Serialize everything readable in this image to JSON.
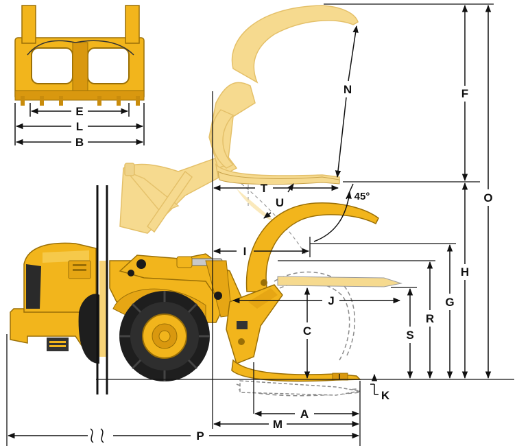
{
  "diagram": {
    "colors": {
      "machine": "#F2B51C",
      "machine_dark": "#C98C0C",
      "machine_ghost": "#F6DA8F",
      "tire": "#1E1E1E",
      "line": "#111111",
      "dashed": "#8A8A8A"
    },
    "angle_label": "45°",
    "dimensions": {
      "A": "A",
      "B": "B",
      "C": "C",
      "E": "E",
      "F": "F",
      "G": "G",
      "H": "H",
      "I": "I",
      "J": "J",
      "K": "K",
      "L": "L",
      "M": "M",
      "N": "N",
      "O": "O",
      "P": "P",
      "R": "R",
      "S": "S",
      "T": "T",
      "U": "U"
    }
  }
}
